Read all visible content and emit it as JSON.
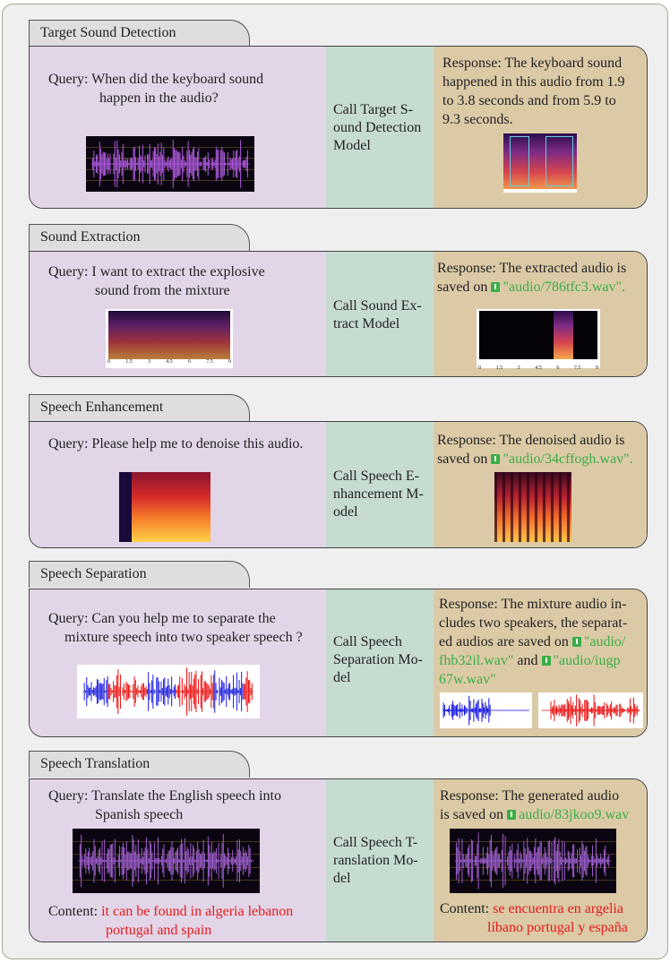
{
  "sections": [
    {
      "title": "Target Sound Detection",
      "query": [
        "Query: When did the keyboard sound",
        "happen in the audio?"
      ],
      "call": [
        "Call Target S-",
        "ound Detection",
        "Model"
      ],
      "response": [
        "Response: The keyboard sound",
        "happened in this audio from 1.9",
        "to 3.8 seconds and from 5.9 to",
        "9.3 seconds."
      ]
    },
    {
      "title": "Sound Extraction",
      "query": [
        "Query: I want to extract the explosive",
        "sound from the mixture"
      ],
      "call": [
        "Call Sound Ex-",
        "tract Model"
      ],
      "response": [
        "Response:  The extracted audio is",
        "saved on "
      ],
      "file": "\"audio/786tfc3.wav\".",
      "axis_ticks": [
        "0",
        "1.5",
        "3",
        "4.5",
        "6",
        "7.5",
        "9"
      ]
    },
    {
      "title": "Speech Enhancement",
      "query": [
        "Query: Please help me to denoise this audio."
      ],
      "call": [
        "Call Speech E-",
        "nhancement M-",
        "odel"
      ],
      "response": [
        "Response:  The denoised audio is",
        "saved on "
      ],
      "file": "\"audio/34cffogh.wav\"."
    },
    {
      "title": "Speech Separation",
      "query": [
        "Query: Can you help me to separate the",
        "mixture speech into two speaker speech ?"
      ],
      "call": [
        "Call Speech",
        "Separation Mo-",
        "del"
      ],
      "response": [
        "Response: The mixture audio in-",
        "cludes two speakers, the separat-",
        "ed audios are saved on "
      ],
      "file1a": "\"audio/",
      "file1b": "fhb32il.wav\"",
      "and": " and ",
      "file2a": "\"audio/iugp",
      "file2b": "67w.wav\""
    },
    {
      "title": "Speech Translation",
      "query": [
        "Query: Translate the English speech into",
        "Spanish speech"
      ],
      "call": [
        "Call Speech T-",
        "ranslation Mo-",
        "del"
      ],
      "response": [
        "Response: The generated audio",
        "is saved on "
      ],
      "file": "audio/83jkoo9.wav",
      "content_label": "Content: ",
      "content_en": [
        "it can be found in algeria lebanon",
        "portugal and spain"
      ],
      "content_es": [
        "se encuentra en argelia",
        "líbano portugal y españa"
      ]
    }
  ],
  "colors": {
    "query_bg": "#e3d5e8",
    "call_bg": "#c6dcd0",
    "response_bg": "#dccaa6",
    "file_link": "#3aae47",
    "content_text": "#e31b1b"
  }
}
